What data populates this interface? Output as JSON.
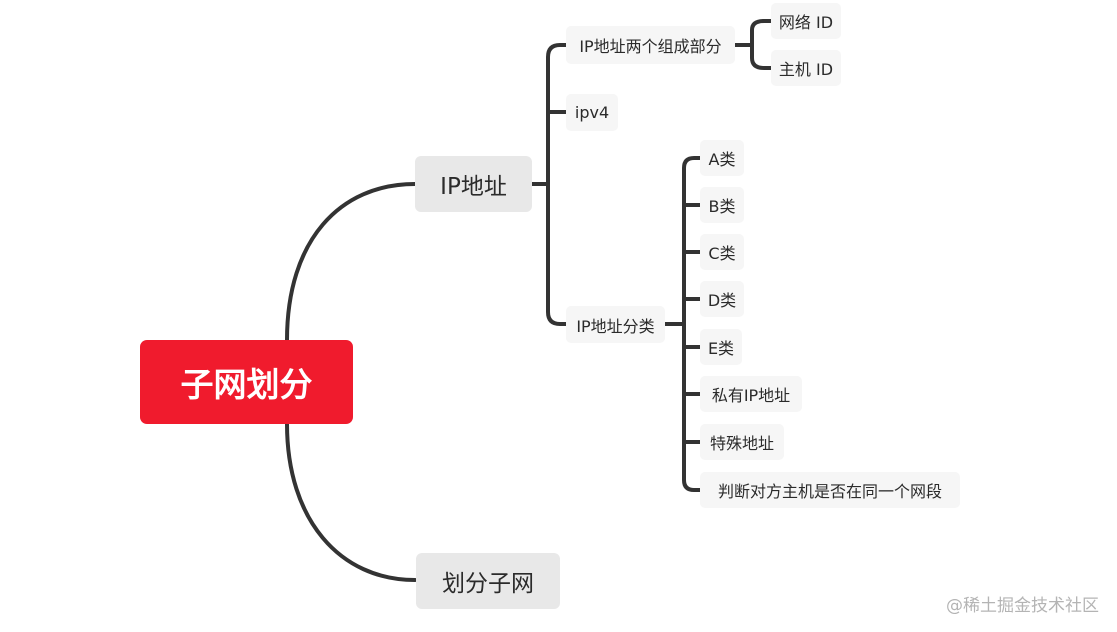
{
  "root": {
    "label": "子网划分"
  },
  "branches": {
    "ip_address": {
      "label": "IP地址",
      "children": {
        "two_parts": {
          "label": "IP地址两个组成部分",
          "children": [
            "网络 ID",
            "主机 ID"
          ]
        },
        "ipv4": {
          "label": "ipv4"
        },
        "classes": {
          "label": "IP地址分类",
          "children": [
            "A类",
            "B类",
            "C类",
            "D类",
            "E类",
            "私有IP地址",
            "特殊地址",
            "判断对方主机是否在同一个网段"
          ]
        }
      }
    },
    "subnetting": {
      "label": "划分子网"
    }
  },
  "watermark": "@稀土掘金技术社区",
  "colors": {
    "root_fill": "#f01b2d",
    "main_fill": "#e8e8e8",
    "sub_fill": "#f6f6f6",
    "connector": "#333333"
  }
}
